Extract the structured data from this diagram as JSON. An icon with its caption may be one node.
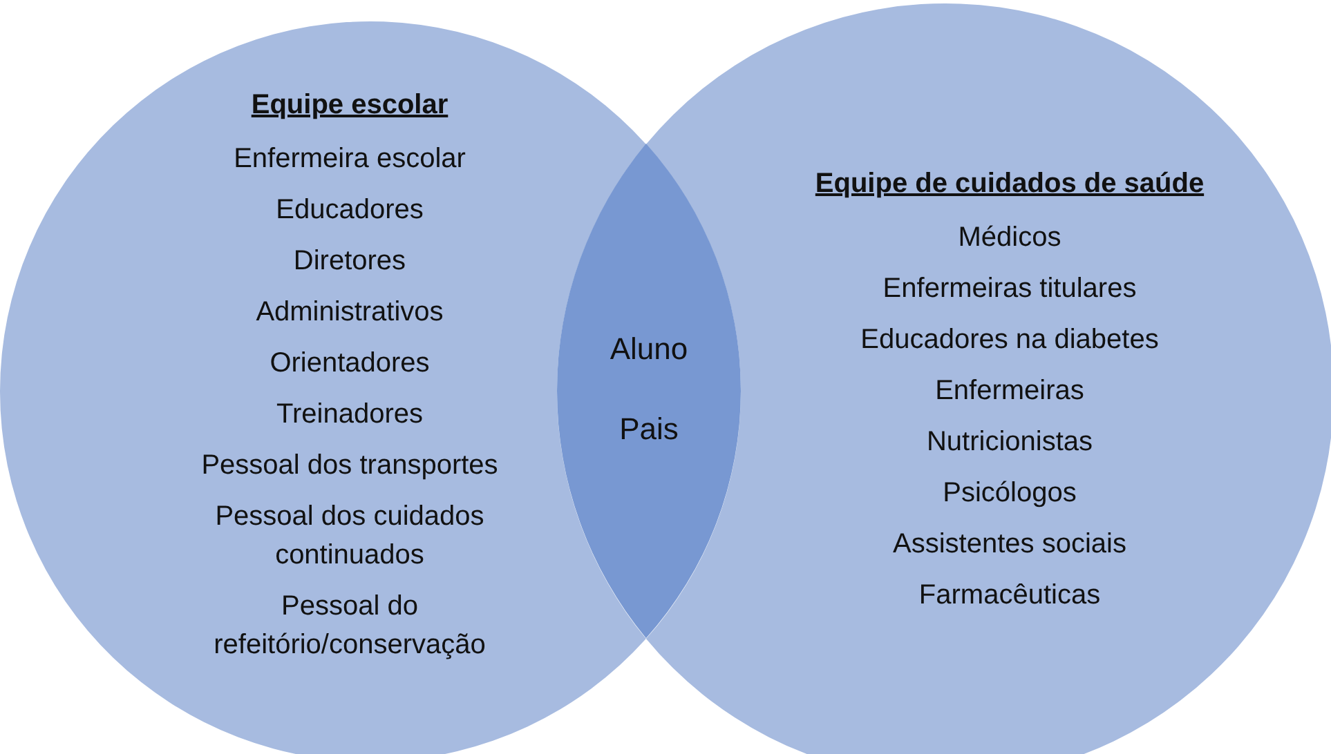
{
  "diagram": {
    "nodes": [
      {
        "text": [
          "Equipe escolar",
          "Enfermeira escolar",
          "Educadores",
          "Diretores",
          "Administrativos",
          "Orientadores",
          "Treinadores",
          "Pessoal dos transportes",
          "Pessoal dos cuidados continuados",
          "Pessoal do refeitório/conservação"
        ]
      },
      {
        "text": [
          "Equipe de cuidados de saúde",
          "Médicos",
          "Enfermeiras titulares",
          "Educadores na diabetes",
          "Enfermeiras",
          "Nutricionistas",
          "Psicólogos",
          "Assistentes sociais",
          "Farmacêuticas"
        ]
      },
      {
        "text": [
          "Aluno",
          "Pais"
        ]
      }
    ]
  }
}
